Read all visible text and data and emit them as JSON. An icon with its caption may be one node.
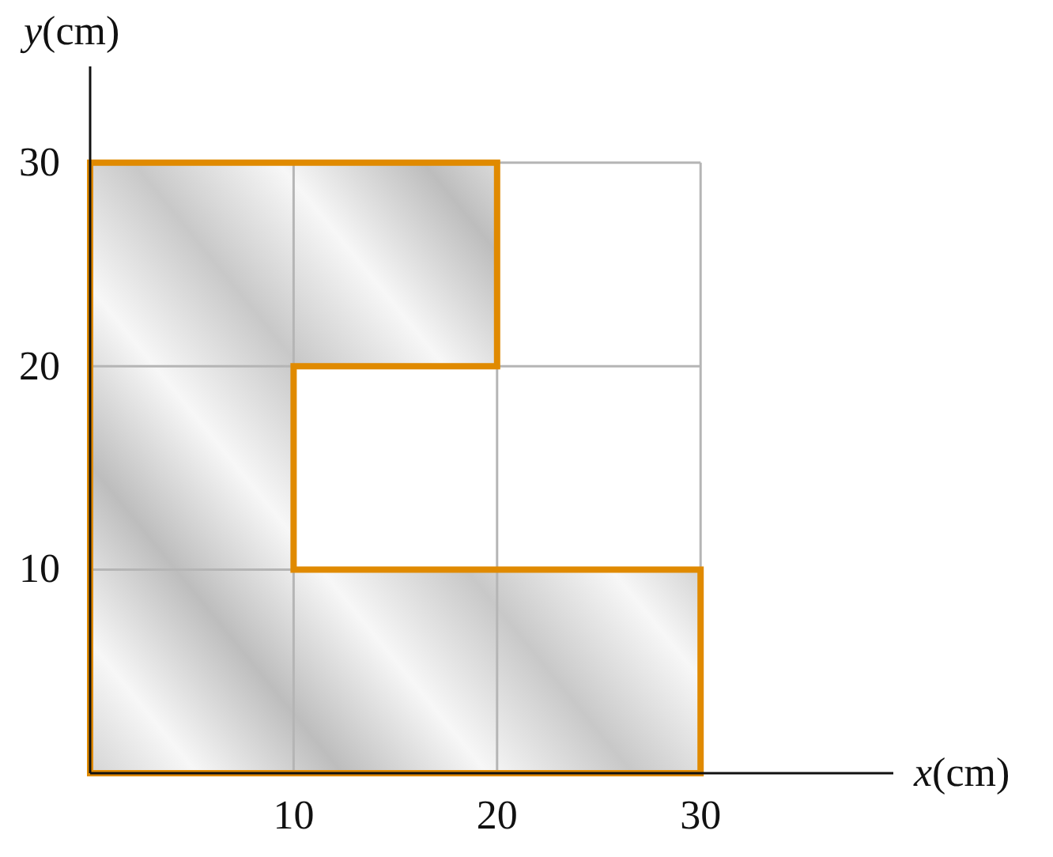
{
  "diagram": {
    "labels": [
      "*y*(cm)",
      "30",
      "20",
      "10",
      "*x*(cm)",
      "10",
      "20",
      "30"
    ]
  }
}
